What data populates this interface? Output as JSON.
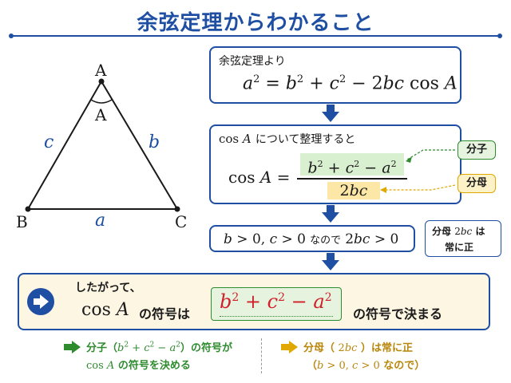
{
  "title": "余弦定理からわかること",
  "triangle": {
    "vertex_a": "A",
    "vertex_b": "B",
    "vertex_c": "C",
    "angle_label": "A",
    "side_a": "a",
    "side_b": "b",
    "side_c": "c"
  },
  "step1": {
    "heading": "余弦定理より"
  },
  "step2": {
    "heading_suffix": "について整理すると"
  },
  "tags": {
    "numerator": "分子",
    "denominator": "分母"
  },
  "step3": {
    "middle": "なので"
  },
  "side_note": {
    "line1": "分母",
    "line2": "は",
    "line3": "常に正"
  },
  "conclusion": {
    "lead": "したがって、",
    "mid": "の符号は",
    "tail": "の符号で決まる"
  },
  "footer": {
    "left_line1_prefix": "分子（",
    "left_line1_suffix": "）の符号が",
    "left_line2_suffix": "の符号を決める",
    "right_line1_prefix": "分母（",
    "right_line1_suffix": "）は常に正",
    "right_line2_prefix": "（",
    "right_line2_mid": "なので）"
  },
  "colors": {
    "accent": "#1e4fa3",
    "green": "#2e8b2e",
    "red": "#d0202a",
    "gold": "#e0a800",
    "side_label": "#1e4fa3"
  }
}
